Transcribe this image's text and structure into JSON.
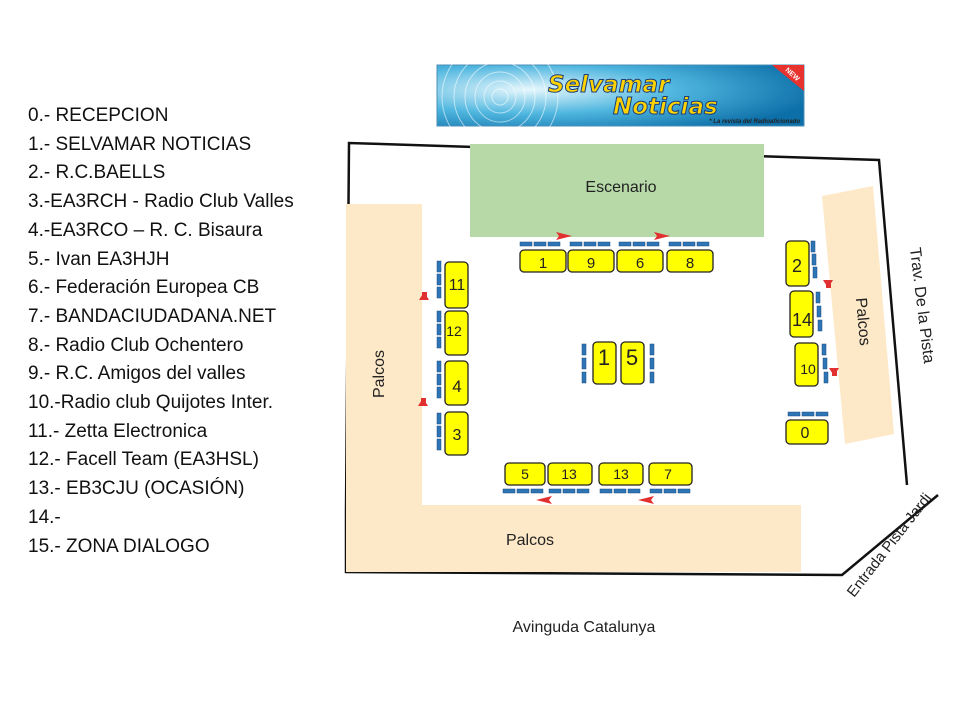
{
  "legend": [
    "0.- RECEPCION",
    "1.- SELVAMAR NOTICIAS",
    "2.- R.C.BAELLS",
    "3.-EA3RCH - Radio Club Valles",
    "4.-EA3RCO – R. C. Bisaura",
    "5.- Ivan EA3HJH",
    "6.- Federación Europea CB",
    "7.- BANDACIUDADANA.NET",
    "8.- Radio Club Ochentero",
    "9.- R.C. Amigos del valles",
    "10.-Radio club Quijotes Inter.",
    "11.- Zetta Electronica",
    "12.- Facell Team (EA3HSL)",
    "13.- EB3CJU (OCASIÓN)",
    "14.-",
    "15.- ZONA DIALOGO"
  ],
  "logo": {
    "line1": "Selvamar",
    "line2": "Noticias",
    "badge": "NEW",
    "tagline": "* La revista del Radioaficionado"
  },
  "areas": {
    "stage": "Escenario",
    "palcos_left": "Palcos",
    "palcos_right": "Palcos",
    "palcos_bottom": "Palcos"
  },
  "streets": {
    "bottom": "Avinguda Catalunya",
    "right": "Trav. De la Pista",
    "corner": "Entrada Pista Jardi"
  },
  "booths": {
    "top": [
      "1",
      "9",
      "6",
      "8"
    ],
    "left": [
      "11",
      "12",
      "4",
      "3"
    ],
    "center": [
      "1",
      "5"
    ],
    "right": [
      "2",
      "14",
      "10",
      "0"
    ],
    "bottom": [
      "5",
      "13",
      "13",
      "7"
    ]
  },
  "colors": {
    "booth": "#ffff00",
    "stage": "#b7d9a8",
    "palcos": "#fde9c8",
    "chair": "#2e75b6",
    "arrow": "#e03030"
  }
}
